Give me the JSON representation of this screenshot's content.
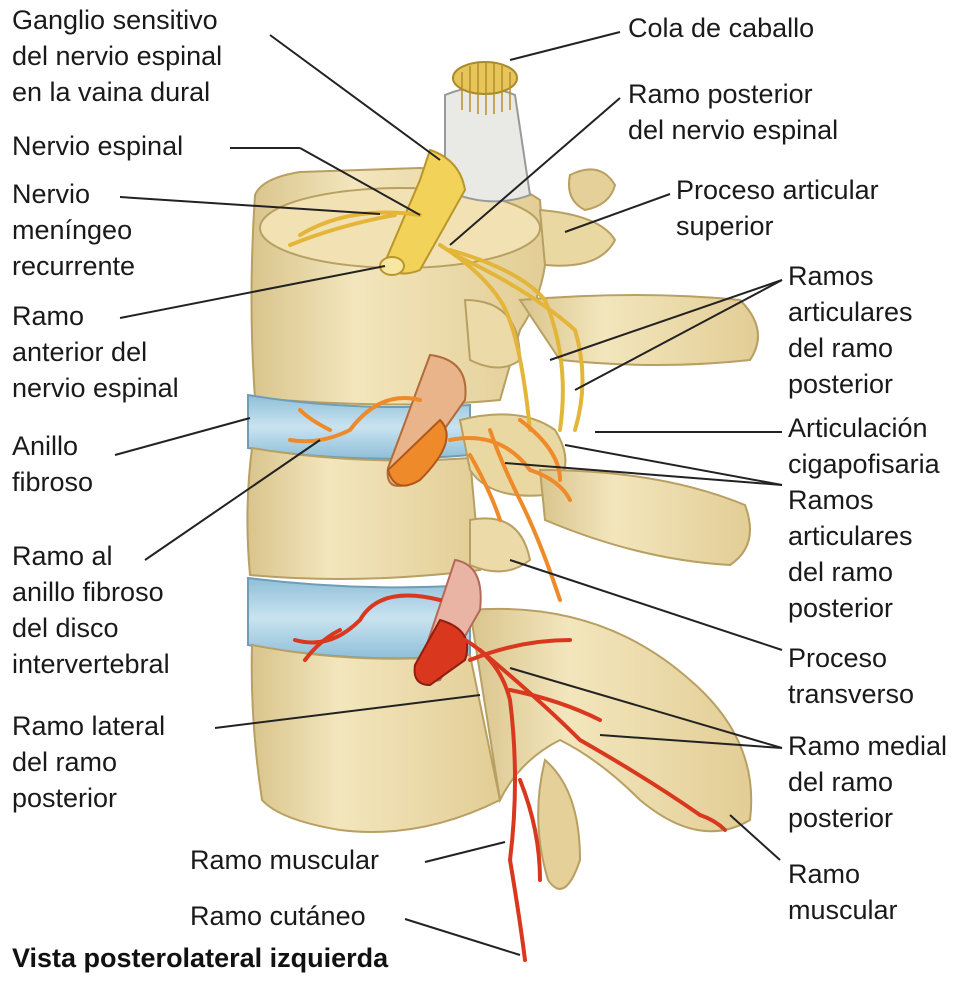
{
  "figure": {
    "view_caption": "Vista posterolateral izquierda",
    "labels": {
      "ganglio": [
        "Ganglio sensitivo",
        "del nervio espinal",
        "en la vaina dural"
      ],
      "nervio_espinal": [
        "Nervio espinal"
      ],
      "meningeo": [
        "Nervio",
        "meníngeo",
        "recurrente"
      ],
      "ramo_anterior": [
        "Ramo",
        "anterior del",
        "nervio espinal"
      ],
      "anillo": [
        "Anillo",
        "fibroso"
      ],
      "ramo_anillo": [
        "Ramo al",
        "anillo fibroso",
        "del disco",
        "intervertebral"
      ],
      "ramo_lateral": [
        "Ramo lateral",
        "del ramo",
        "posterior"
      ],
      "ramo_muscular_left": [
        "Ramo muscular"
      ],
      "ramo_cutaneo": [
        "Ramo cutáneo"
      ],
      "cola": [
        "Cola de caballo"
      ],
      "ramo_posterior": [
        "Ramo posterior",
        "del nervio espinal"
      ],
      "proceso_articular": [
        "Proceso articular",
        "superior"
      ],
      "ramos_articulares_1": [
        "Ramos",
        "articulares",
        "del ramo",
        "posterior"
      ],
      "articulacion": [
        "Articulación",
        "cigapofisaria"
      ],
      "ramos_articulares_2": [
        "Ramos",
        "articulares",
        "del ramo",
        "posterior"
      ],
      "proceso_transverso": [
        "Proceso",
        "transverso"
      ],
      "ramo_medial": [
        "Ramo medial",
        "del ramo",
        "posterior"
      ],
      "ramo_muscular_right": [
        "Ramo",
        "muscular"
      ]
    }
  },
  "colors": {
    "bone": "#efe0b0",
    "bone_shade": "#d9c48c",
    "disc": "#a9cfe3",
    "nerve_yellow": "#f3d25a",
    "nerve_orange": "#ee8a2a",
    "nerve_red": "#d9371e",
    "leader": "#222222"
  }
}
